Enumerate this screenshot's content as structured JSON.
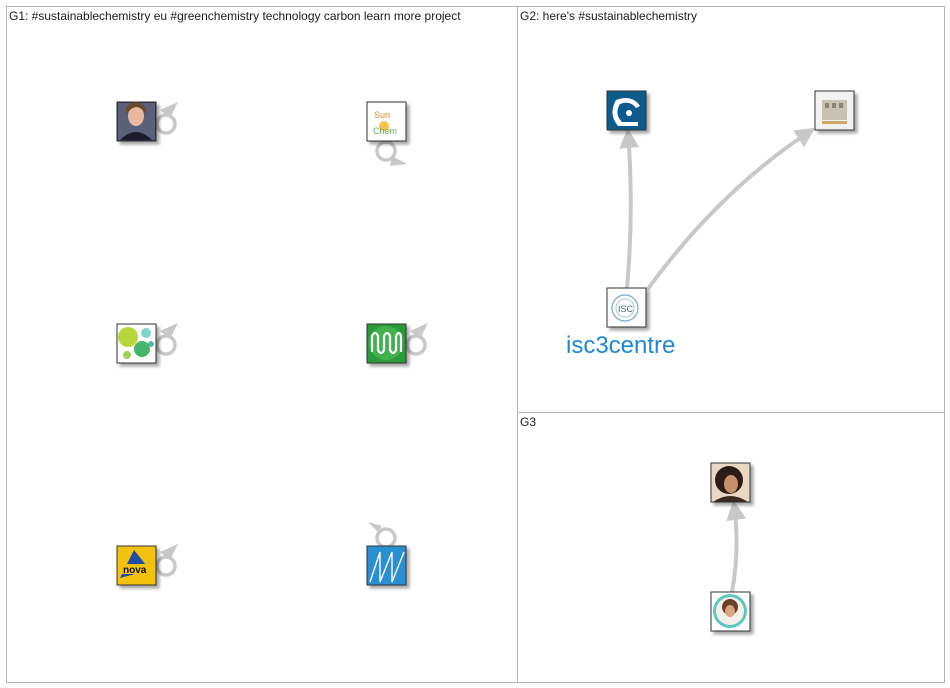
{
  "groups": [
    {
      "id": "G1",
      "title": "G1: #sustainablechemistry eu #greenchemistry technology carbon learn more project"
    },
    {
      "id": "G2",
      "title": "G2: here's #sustainablechemistry"
    },
    {
      "id": "G3",
      "title": "G3"
    }
  ],
  "nodes": {
    "g1_person": {
      "icon": "woman-portrait-avatar",
      "group": "G1",
      "self_loop": true
    },
    "g1_sunchem": {
      "icon": "sunchem-logo-avatar",
      "group": "G1",
      "self_loop": true,
      "logo_text": [
        "Sun",
        "Chem"
      ]
    },
    "g1_bubbles": {
      "icon": "green-bubbles-avatar",
      "group": "G1",
      "self_loop": true
    },
    "g1_coil": {
      "icon": "green-coil-avatar",
      "group": "G1",
      "self_loop": true
    },
    "g1_nova": {
      "icon": "nova-logo-avatar",
      "group": "G1",
      "self_loop": true,
      "logo_text": "nova"
    },
    "g1_blue": {
      "icon": "blue-pattern-avatar",
      "group": "G1",
      "self_loop": true
    },
    "g2_lab": {
      "icon": "lab-flask-avatar",
      "group": "G2"
    },
    "g2_building": {
      "icon": "building-sketch-avatar",
      "group": "G2"
    },
    "g2_isc3": {
      "icon": "isc3-logo-avatar",
      "group": "G2",
      "label": "isc3centre",
      "logo_text": "ISC"
    },
    "g3_top": {
      "icon": "woman-curly-hair-avatar",
      "group": "G3"
    },
    "g3_bottom": {
      "icon": "woman-circle-portrait-avatar",
      "group": "G3"
    }
  },
  "edges": [
    {
      "from": "g2_isc3",
      "to": "g2_lab"
    },
    {
      "from": "g2_isc3",
      "to": "g2_building"
    },
    {
      "from": "g3_bottom",
      "to": "g3_top"
    }
  ],
  "colors": {
    "edge": "#c8c8c8",
    "label": "#1e88d8",
    "panel_border": "#b4b4b4"
  }
}
